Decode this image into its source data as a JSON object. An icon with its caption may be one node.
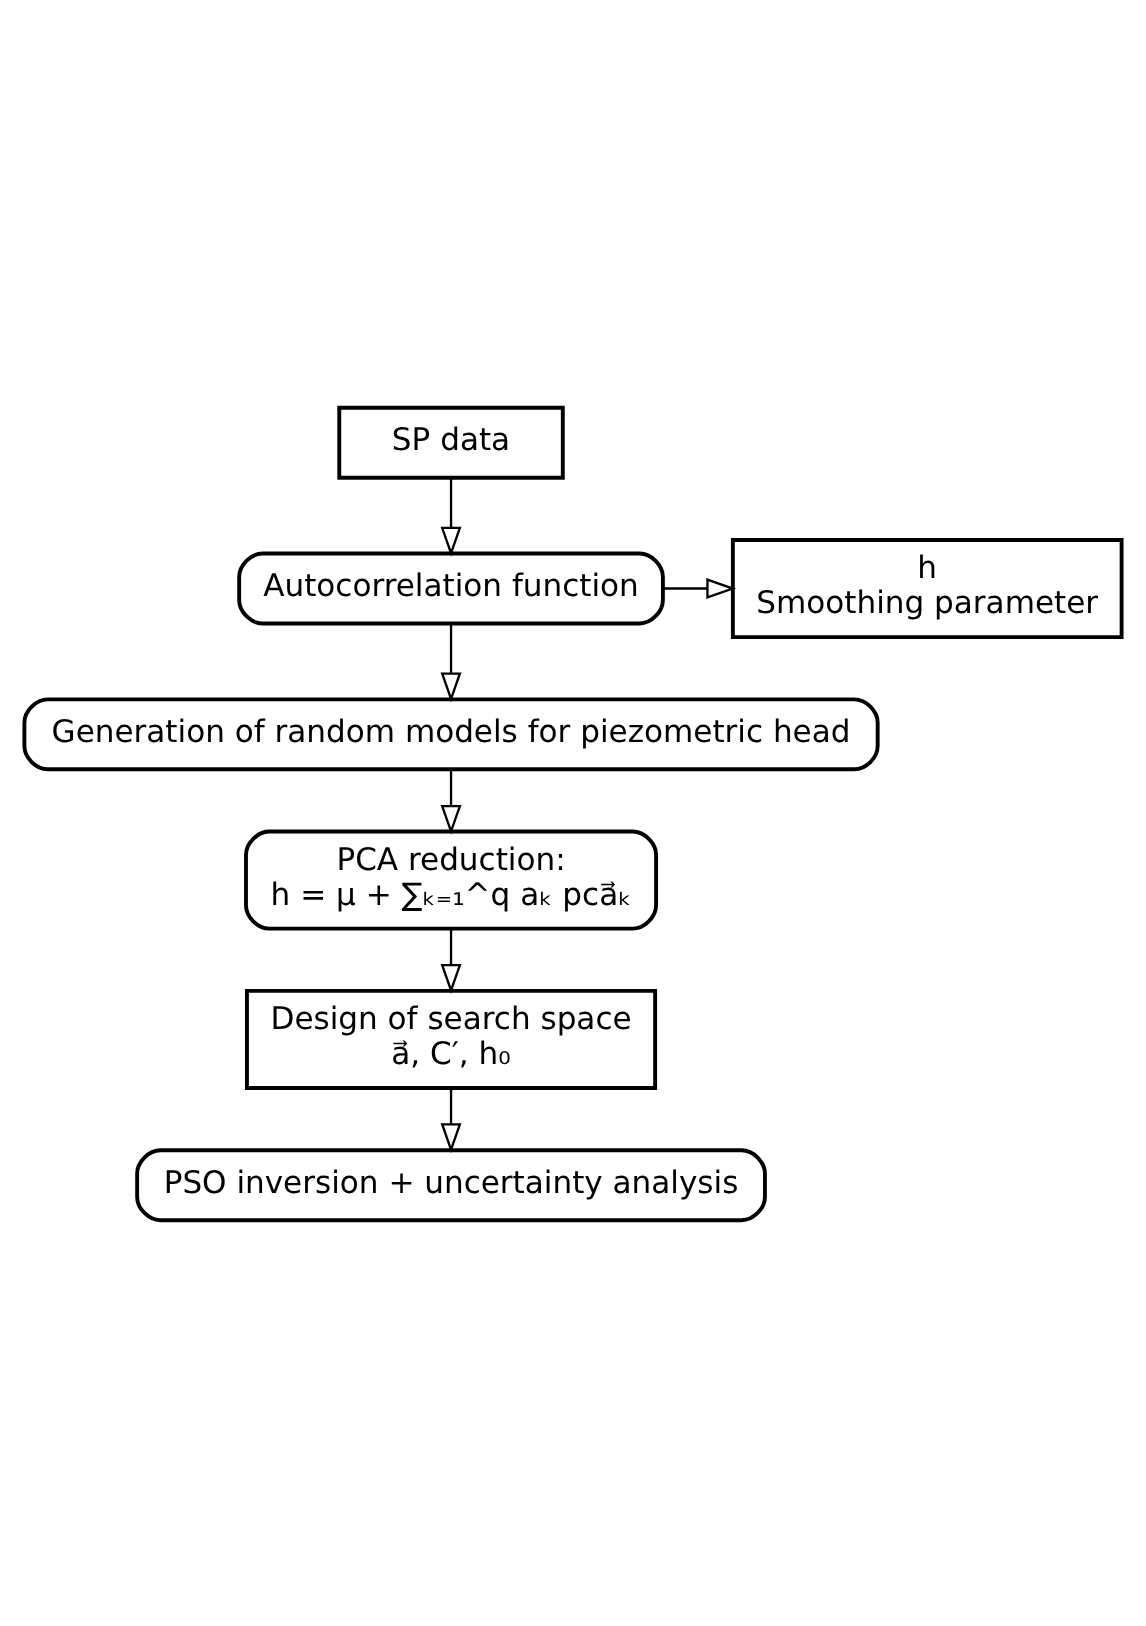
{
  "diagram": {
    "nodes": [
      {
        "text": [
          "SP data"
        ]
      },
      {
        "text": [
          "h",
          "Smoothing parameter"
        ]
      },
      {
        "text": [
          "Autocorrelation function"
        ]
      },
      {
        "text": [
          "Generation of random models for piezometric head"
        ]
      },
      {
        "text": [
          "PCA reduction:",
          "h = μ + ∑ₖ₌₁^q aₖ pca⃗ₖ"
        ]
      },
      {
        "text": [
          "Design of search space",
          "a⃗, C′, h₀"
        ]
      },
      {
        "text": [
          "PSO inversion + uncertainty analysis"
        ]
      }
    ],
    "edges": [
      {
        "from": 0,
        "to": 2,
        "arrow": "to"
      },
      {
        "from": 2,
        "to": 1,
        "arrow": "to"
      },
      {
        "from": 2,
        "to": 3,
        "arrow": "to"
      },
      {
        "from": 3,
        "to": 4,
        "arrow": "to"
      },
      {
        "from": 4,
        "to": 5,
        "arrow": "to"
      },
      {
        "from": 5,
        "to": 6,
        "arrow": "to"
      }
    ]
  }
}
